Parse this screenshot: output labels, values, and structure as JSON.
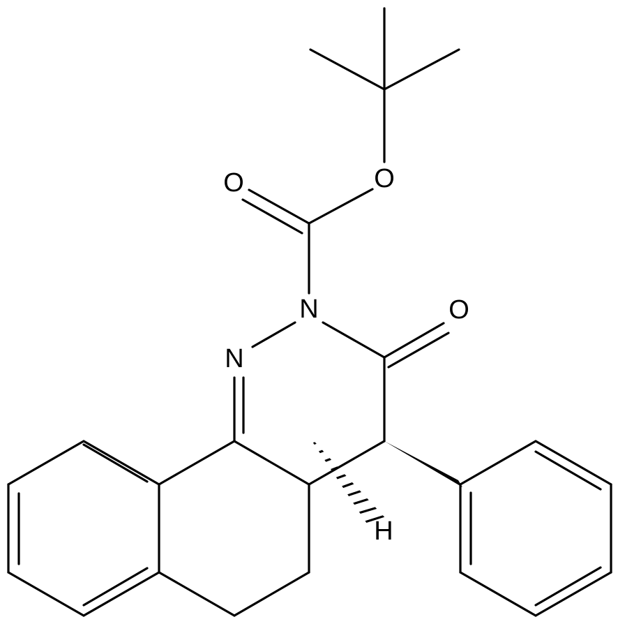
{
  "atoms": {
    "o_ester": "O",
    "o_carbonyl_boc": "O",
    "n2": "N",
    "o_ketone": "O",
    "n1": "N",
    "h_4a": "H"
  }
}
